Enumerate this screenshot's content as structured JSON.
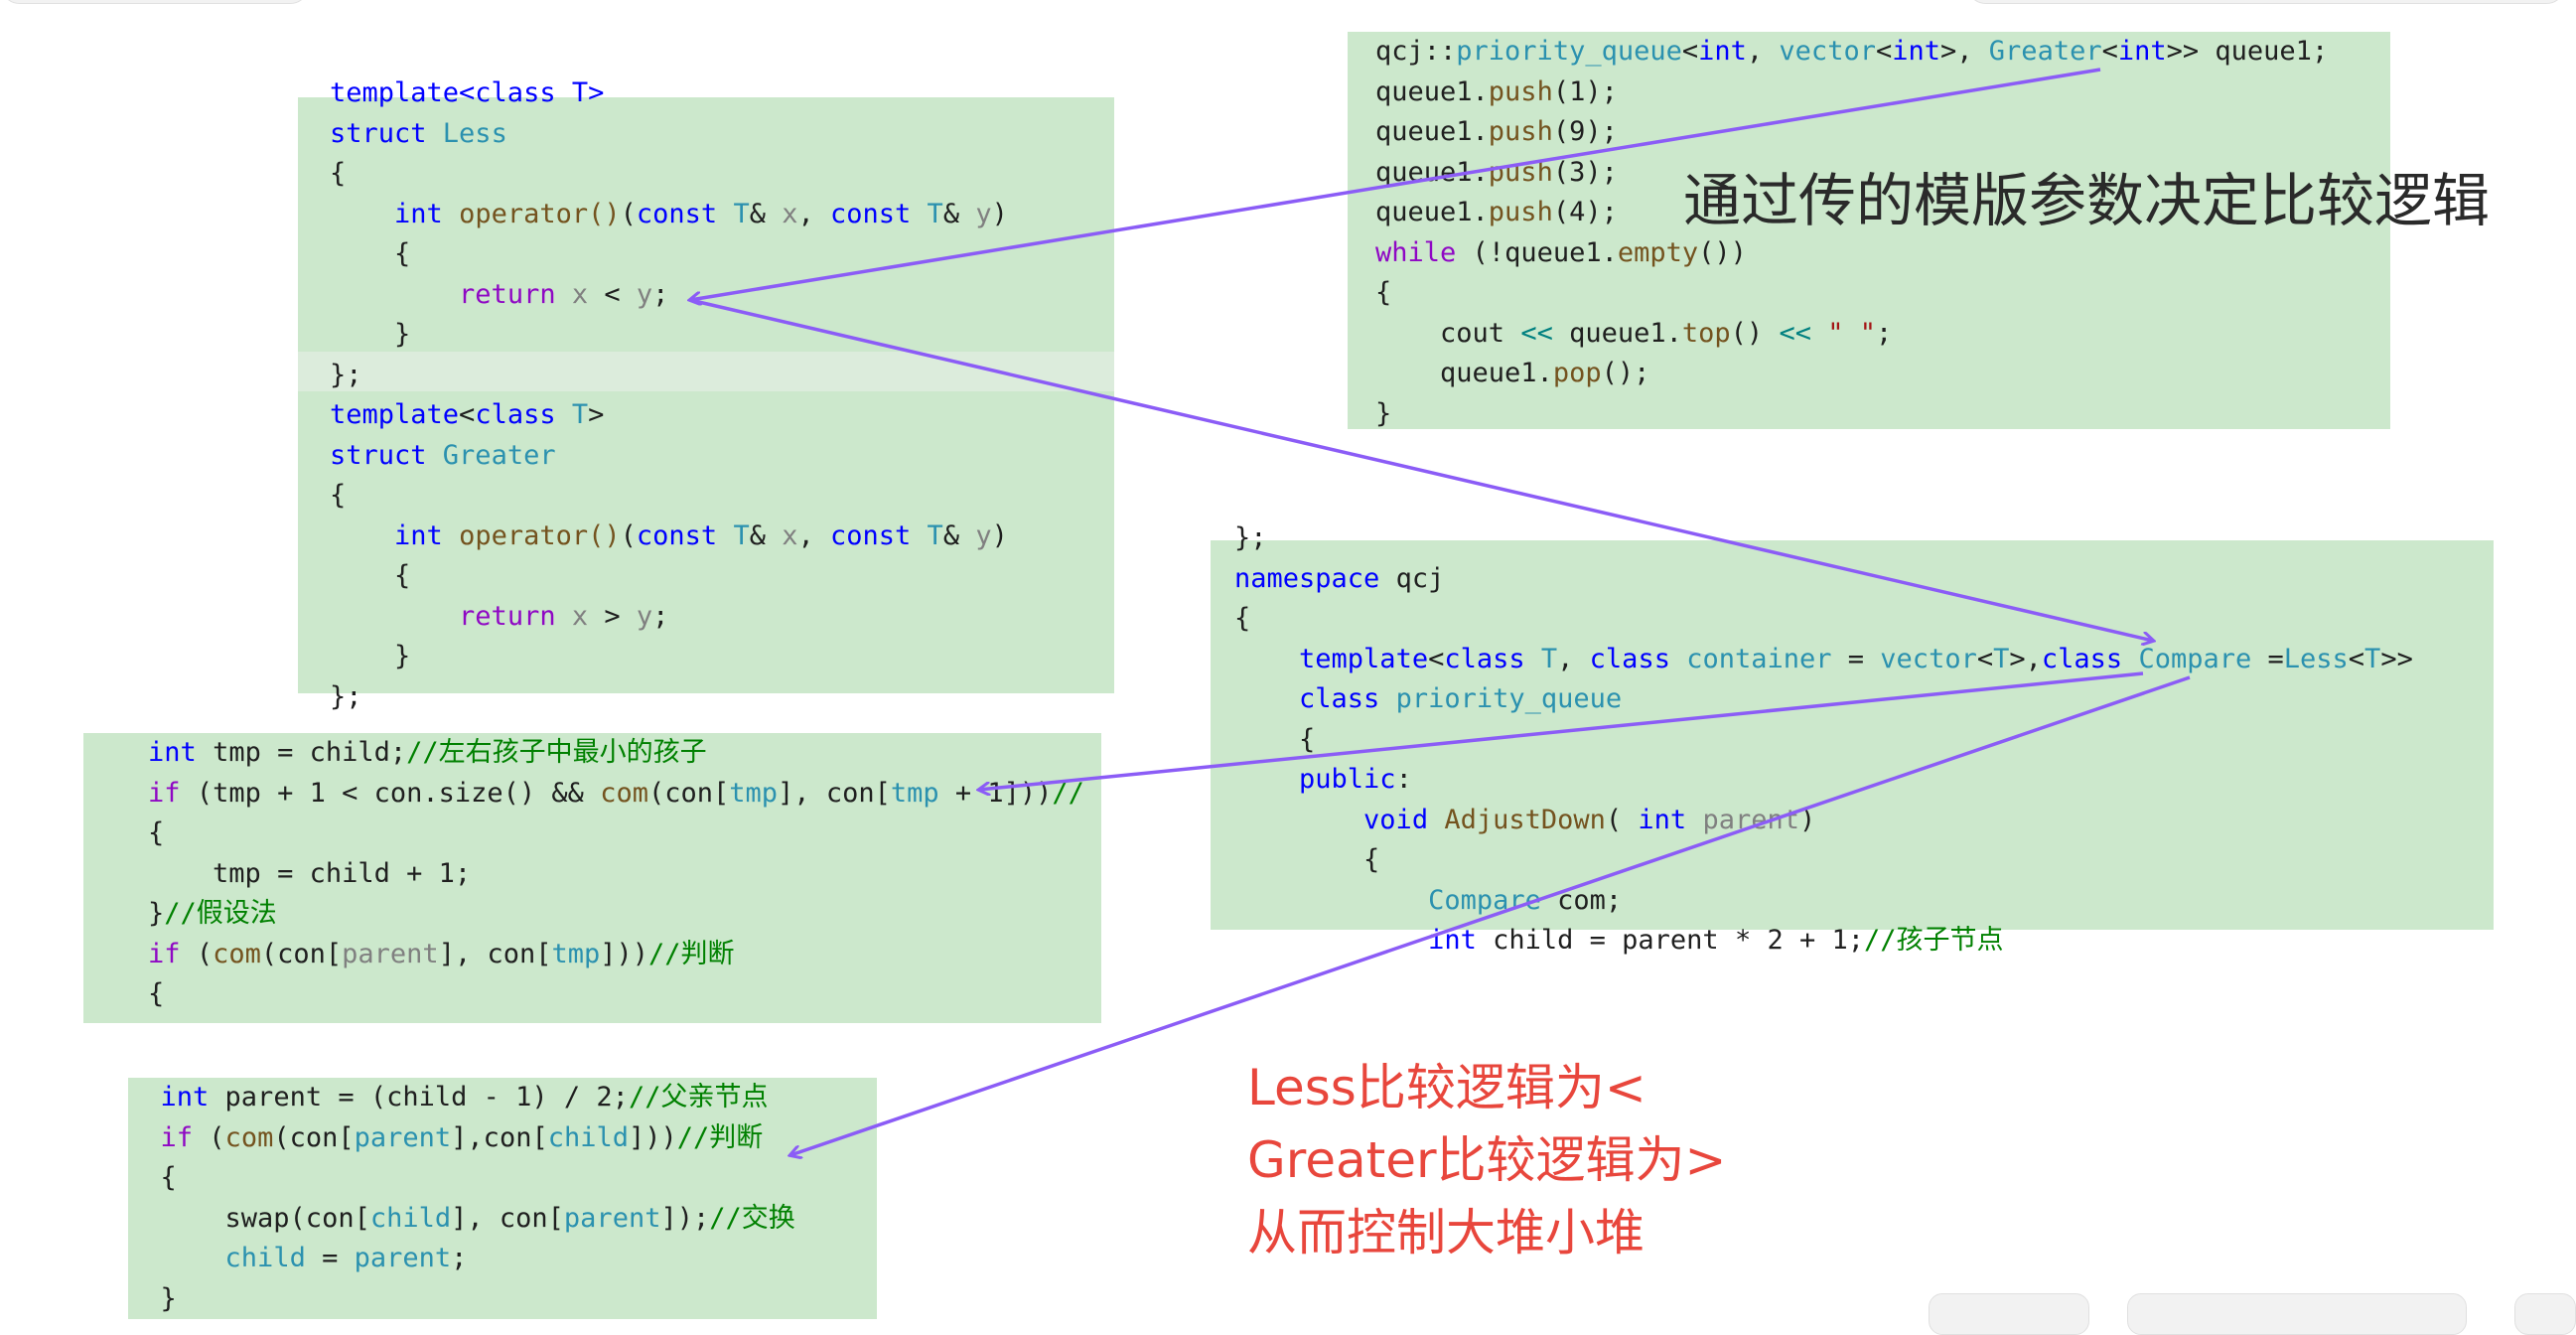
{
  "panels": {
    "structs": {
      "lines": [
        {
          "text": "template<class T>",
          "cls": "kw"
        },
        {
          "tokens": [
            [
              "struct ",
              "kw"
            ],
            [
              "Less",
              "ty"
            ]
          ]
        },
        {
          "tokens": [
            [
              "{",
              ""
            ]
          ]
        },
        {
          "tokens": [
            [
              "    ",
              ""
            ],
            [
              "int ",
              "kw"
            ],
            [
              "operator()",
              "fn"
            ],
            [
              "(",
              ""
            ],
            [
              "const ",
              "kw"
            ],
            [
              "T",
              "ty"
            ],
            [
              "& ",
              ""
            ],
            [
              "x",
              "pm"
            ],
            [
              ", ",
              ""
            ],
            [
              "const ",
              "kw"
            ],
            [
              "T",
              "ty"
            ],
            [
              "& ",
              ""
            ],
            [
              "y",
              "pm"
            ],
            [
              ")",
              ""
            ]
          ]
        },
        {
          "tokens": [
            [
              "    {",
              ""
            ]
          ]
        },
        {
          "tokens": [
            [
              "        ",
              ""
            ],
            [
              "return ",
              "kw2"
            ],
            [
              "x",
              "pm"
            ],
            [
              " < ",
              ""
            ],
            [
              "y",
              "pm"
            ],
            [
              ";",
              ""
            ]
          ]
        },
        {
          "tokens": [
            [
              "    }",
              ""
            ]
          ]
        },
        {
          "tokens": [
            [
              "};",
              ""
            ]
          ]
        },
        {
          "tokens": [
            [
              "template",
              "kw"
            ],
            [
              "<",
              ""
            ],
            [
              "class ",
              "kw"
            ],
            [
              "T",
              "ty"
            ],
            [
              ">",
              ""
            ]
          ]
        },
        {
          "tokens": [
            [
              "struct ",
              "kw"
            ],
            [
              "Greater",
              "ty"
            ]
          ]
        },
        {
          "tokens": [
            [
              "{",
              ""
            ]
          ]
        },
        {
          "tokens": [
            [
              "    ",
              ""
            ],
            [
              "int ",
              "kw"
            ],
            [
              "operator()",
              "fn"
            ],
            [
              "(",
              ""
            ],
            [
              "const ",
              "kw"
            ],
            [
              "T",
              "ty"
            ],
            [
              "& ",
              ""
            ],
            [
              "x",
              "pm"
            ],
            [
              ", ",
              ""
            ],
            [
              "const ",
              "kw"
            ],
            [
              "T",
              "ty"
            ],
            [
              "& ",
              ""
            ],
            [
              "y",
              "pm"
            ],
            [
              ")",
              ""
            ]
          ]
        },
        {
          "tokens": [
            [
              "    {",
              ""
            ]
          ]
        },
        {
          "tokens": [
            [
              "        ",
              ""
            ],
            [
              "return ",
              "kw2"
            ],
            [
              "x",
              "pm"
            ],
            [
              " > ",
              ""
            ],
            [
              "y",
              "pm"
            ],
            [
              ";",
              ""
            ]
          ]
        },
        {
          "tokens": [
            [
              "    }",
              ""
            ]
          ]
        },
        {
          "tokens": [
            [
              "};",
              ""
            ]
          ]
        }
      ]
    },
    "main": {
      "lines": [
        {
          "tokens": [
            [
              "qcj::",
              ""
            ],
            [
              "priority_queue",
              "ty"
            ],
            [
              "<",
              ""
            ],
            [
              "int",
              "kw"
            ],
            [
              ", ",
              ""
            ],
            [
              "vector",
              "ty"
            ],
            [
              "<",
              ""
            ],
            [
              "int",
              "kw"
            ],
            [
              ">, ",
              ""
            ],
            [
              "Greater",
              "ty"
            ],
            [
              "<",
              ""
            ],
            [
              "int",
              "kw"
            ],
            [
              ">> queue1;",
              ""
            ]
          ]
        },
        {
          "tokens": [
            [
              "queue1.",
              ""
            ],
            [
              "push",
              "fn"
            ],
            [
              "(1);",
              ""
            ]
          ]
        },
        {
          "tokens": [
            [
              "queue1.",
              ""
            ],
            [
              "push",
              "fn"
            ],
            [
              "(9);",
              ""
            ]
          ]
        },
        {
          "tokens": [
            [
              "queue1.",
              ""
            ],
            [
              "push",
              "fn"
            ],
            [
              "(3);",
              ""
            ]
          ]
        },
        {
          "tokens": [
            [
              "queue1.",
              ""
            ],
            [
              "push",
              "fn"
            ],
            [
              "(4);",
              ""
            ]
          ]
        },
        {
          "tokens": [
            [
              "while ",
              "kw2"
            ],
            [
              "(!",
              ""
            ],
            [
              "queue1.",
              ""
            ],
            [
              "empty",
              "fn"
            ],
            [
              "())",
              ""
            ]
          ]
        },
        {
          "tokens": [
            [
              "{",
              ""
            ]
          ]
        },
        {
          "tokens": [
            [
              "    cout ",
              ""
            ],
            [
              "<<",
              "op"
            ],
            [
              " queue1.",
              ""
            ],
            [
              "top",
              "fn"
            ],
            [
              "() ",
              ""
            ],
            [
              "<<",
              "op"
            ],
            [
              " ",
              ""
            ],
            [
              "\" \"",
              "st"
            ],
            [
              ";",
              ""
            ]
          ]
        },
        {
          "tokens": [
            [
              "    queue1.",
              ""
            ],
            [
              "pop",
              "fn"
            ],
            [
              "();",
              ""
            ]
          ]
        },
        {
          "tokens": [
            [
              "}",
              ""
            ]
          ]
        }
      ]
    },
    "namespace": {
      "lines": [
        {
          "tokens": [
            [
              "};",
              ""
            ]
          ]
        },
        {
          "tokens": [
            [
              "namespace ",
              "kw"
            ],
            [
              "qcj",
              ""
            ]
          ]
        },
        {
          "tokens": [
            [
              "{",
              ""
            ]
          ]
        },
        {
          "tokens": [
            [
              "    ",
              ""
            ],
            [
              "template",
              "kw"
            ],
            [
              "<",
              ""
            ],
            [
              "class ",
              "kw"
            ],
            [
              "T",
              "ty"
            ],
            [
              ", ",
              ""
            ],
            [
              "class ",
              "kw"
            ],
            [
              "container ",
              "ty"
            ],
            [
              "= ",
              ""
            ],
            [
              "vector",
              "ty"
            ],
            [
              "<",
              ""
            ],
            [
              "T",
              "ty"
            ],
            [
              ">,",
              ""
            ],
            [
              "class ",
              "kw"
            ],
            [
              "Compare ",
              "ty"
            ],
            [
              "=",
              ""
            ],
            [
              "Less",
              "ty"
            ],
            [
              "<",
              ""
            ],
            [
              "T",
              "ty"
            ],
            [
              ">>",
              ""
            ]
          ]
        },
        {
          "tokens": [
            [
              "    ",
              ""
            ],
            [
              "class ",
              "kw"
            ],
            [
              "priority_queue",
              "ty"
            ]
          ]
        },
        {
          "tokens": [
            [
              "    {",
              ""
            ]
          ]
        },
        {
          "tokens": [
            [
              "    ",
              ""
            ],
            [
              "public",
              "kw"
            ],
            [
              ":",
              ""
            ]
          ]
        },
        {
          "tokens": [
            [
              "        ",
              ""
            ],
            [
              "void ",
              "kw"
            ],
            [
              "AdjustDown",
              "fn"
            ],
            [
              "( ",
              ""
            ],
            [
              "int ",
              "kw"
            ],
            [
              "parent",
              "pm"
            ],
            [
              ")",
              ""
            ]
          ]
        },
        {
          "tokens": [
            [
              "        {",
              ""
            ]
          ]
        },
        {
          "tokens": [
            [
              "            ",
              ""
            ],
            [
              "Compare ",
              "ty"
            ],
            [
              "com;",
              ""
            ]
          ]
        },
        {
          "tokens": [
            [
              "            ",
              ""
            ],
            [
              "int ",
              "kw"
            ],
            [
              "child = parent * 2 + 1;",
              ""
            ],
            [
              "//孩子节点",
              "cm"
            ]
          ]
        }
      ]
    },
    "adjustdown": {
      "lines": [
        {
          "tokens": [
            [
              "    ",
              ""
            ],
            [
              "int ",
              "kw"
            ],
            [
              "tmp = ",
              ""
            ],
            [
              "child",
              ""
            ],
            [
              ";",
              ""
            ],
            [
              "//左右孩子中最小的孩子",
              "cm"
            ]
          ]
        },
        {
          "tokens": [
            [
              "    ",
              ""
            ],
            [
              "if ",
              "kw2"
            ],
            [
              "(tmp + 1 < con.size() && ",
              ""
            ],
            [
              "com",
              "fn"
            ],
            [
              "(con[",
              ""
            ],
            [
              "tmp",
              "ty"
            ],
            [
              "], con[",
              ""
            ],
            [
              "tmp",
              "ty"
            ],
            [
              " + 1]))",
              ""
            ],
            [
              "//",
              "cm"
            ]
          ]
        },
        {
          "tokens": [
            [
              "    {",
              ""
            ]
          ]
        },
        {
          "tokens": [
            [
              "        tmp = child + 1;",
              ""
            ]
          ]
        },
        {
          "tokens": [
            [
              "    }",
              ""
            ],
            [
              "//假设法",
              "cm"
            ]
          ]
        },
        {
          "tokens": [
            [
              "    ",
              ""
            ],
            [
              "if ",
              "kw2"
            ],
            [
              "(",
              ""
            ],
            [
              "com",
              "fn"
            ],
            [
              "(con[",
              ""
            ],
            [
              "parent",
              "pm"
            ],
            [
              "], con[",
              ""
            ],
            [
              "tmp",
              "ty"
            ],
            [
              "]))",
              ""
            ],
            [
              "//判断",
              "cm"
            ]
          ]
        },
        {
          "tokens": [
            [
              "    {",
              ""
            ]
          ]
        }
      ]
    },
    "adjustup": {
      "lines": [
        {
          "tokens": [
            [
              "  ",
              ""
            ],
            [
              "int ",
              "kw"
            ],
            [
              "parent = (child - 1) / 2;",
              ""
            ],
            [
              "//父亲节点",
              "cm"
            ]
          ]
        },
        {
          "tokens": [
            [
              "  ",
              ""
            ],
            [
              "if ",
              "kw2"
            ],
            [
              "(",
              ""
            ],
            [
              "com",
              "fn"
            ],
            [
              "(con[",
              ""
            ],
            [
              "parent",
              "ty"
            ],
            [
              "],con[",
              ""
            ],
            [
              "child",
              "ty"
            ],
            [
              "]))",
              ""
            ],
            [
              "//判断",
              "cm"
            ]
          ]
        },
        {
          "tokens": [
            [
              "  {",
              ""
            ]
          ]
        },
        {
          "tokens": [
            [
              "      swap(con[",
              ""
            ],
            [
              "child",
              "ty"
            ],
            [
              "], con[",
              ""
            ],
            [
              "parent",
              "ty"
            ],
            [
              "]);",
              ""
            ],
            [
              "//交换",
              "cm"
            ]
          ]
        },
        {
          "tokens": [
            [
              "      ",
              ""
            ],
            [
              "child",
              "ty"
            ],
            [
              " = ",
              ""
            ],
            [
              "parent",
              "ty"
            ],
            [
              ";",
              ""
            ]
          ]
        },
        {
          "tokens": [
            [
              "  }",
              ""
            ]
          ]
        }
      ]
    }
  },
  "notes": {
    "template_note": "通过传的模版参数决定比较逻辑",
    "less_note": "Less比较逻辑为<",
    "greater_note": "Greater比较逻辑为>",
    "heap_note": "从而控制大堆小堆"
  },
  "colors": {
    "panel_bg": "#cce8cc",
    "arrow": "#8b5cf6",
    "red_text": "#e8463c",
    "black_text": "#2a2a2a"
  }
}
